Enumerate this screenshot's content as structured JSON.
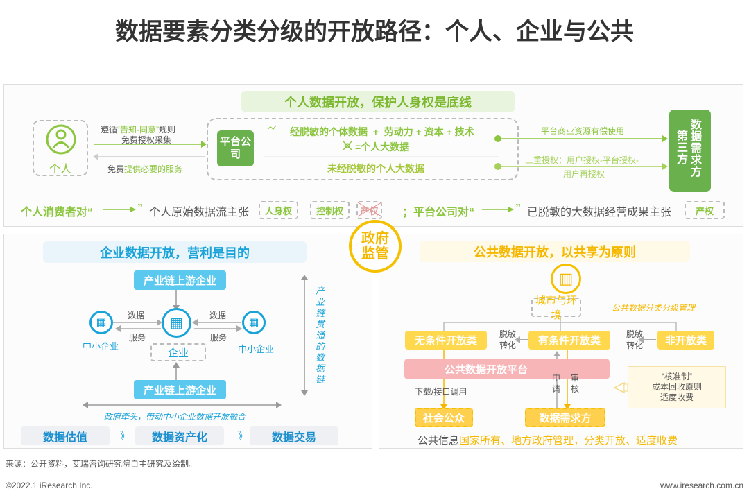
{
  "title": "数据要素分类分级的开放路径：个人、企业与公共",
  "personal": {
    "banner": "个人数据开放，保护人身权是底线",
    "individual": "个人",
    "rule_prefix": "遵循",
    "rule_quote": "“告知-同意”",
    "rule_suffix": "规则",
    "collect": "免费授权采集",
    "service_prefix": "免费",
    "service_rest": "提供必要的服务",
    "platform": "平台公司",
    "line1": "经脱敏的个体数据  +  劳动力 + 资本 + 技术",
    "line2": "=个人大数据",
    "line3": "未经脱敏的个人大数据",
    "arrow1": "平台商业资源有偿使用",
    "arrow2a": "三重授权：用户授权-平台授权-",
    "arrow2b": "用户再授权",
    "third_party_a": "第三方",
    "third_party_b": "数据需求方",
    "claim1_a": "个人消费者对“",
    "claim1_b": "”",
    "claim1_c": "个人原始数据流主张",
    "rights": [
      "人身权",
      "控制权",
      "产权"
    ],
    "claim2_a": "；平台公司对“",
    "claim2_b": "”",
    "claim2_c": "已脱敏的大数据经营成果主张",
    "claim2_right": "产权"
  },
  "gov": "政府监管",
  "enterprise": {
    "banner": "企业数据开放，营利是目的",
    "upstream_top": "产业链上游企业",
    "upstream_bottom": "产业链上游企业",
    "sme_left": "中小企业",
    "sme_right": "中小企业",
    "center": "企业",
    "data": "数据",
    "service": "服务",
    "vertical": "产业链贯通的数据链",
    "horizontal": "政府牵头，带动中小企业数据开放融合",
    "stages": [
      "数据估值",
      "数据资产化",
      "数据交易"
    ],
    "sep": "》"
  },
  "public": {
    "banner": "公共数据开放，以共享为原则",
    "city": "城市与环境",
    "mgmt": "公共数据分类分级管理",
    "cats": [
      "无条件开放类",
      "有条件开放类",
      "非开放类"
    ],
    "desens": "脱敏",
    "transform": "转化",
    "platform": "公共数据开放平台",
    "download": "下载/接口调用",
    "apply": [
      "申",
      "请"
    ],
    "review": [
      "审",
      "核"
    ],
    "note": [
      "“核准制”",
      "成本回收原则",
      "适度收费"
    ],
    "public_user": "社会公众",
    "demander": "数据需求方",
    "summary_a": "公共信息",
    "summary_b": "国家所有、地方政府管理，",
    "summary_c": "分类开放、适度收费"
  },
  "source": "来源：公开资料，艾瑞咨询研究院自主研究及绘制。",
  "copyright": "©2022.1 iResearch Inc.",
  "website": "www.iresearch.com.cn"
}
